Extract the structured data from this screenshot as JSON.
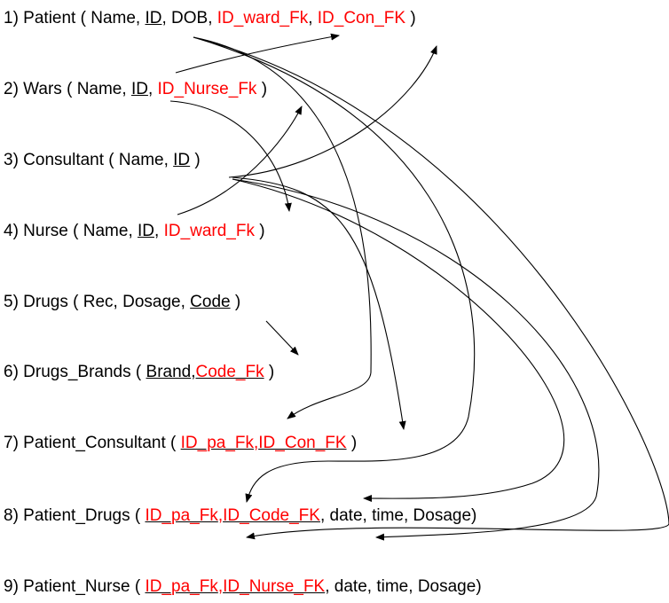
{
  "tables": [
    {
      "num": "1)",
      "name": "Patient",
      "fields": [
        {
          "text": "Name",
          "pk": false,
          "fk": false
        },
        {
          "text": "ID",
          "pk": true,
          "fk": false
        },
        {
          "text": "DOB",
          "pk": false,
          "fk": false
        },
        {
          "text": "ID_ward_Fk",
          "pk": false,
          "fk": true
        },
        {
          "text": "ID_Con_FK",
          "pk": false,
          "fk": true
        }
      ]
    },
    {
      "num": "2)",
      "name": "Wars",
      "fields": [
        {
          "text": "Name",
          "pk": false,
          "fk": false
        },
        {
          "text": "ID",
          "pk": true,
          "fk": false
        },
        {
          "text": "ID_Nurse_Fk",
          "pk": false,
          "fk": true
        }
      ]
    },
    {
      "num": "3)",
      "name": "Consultant",
      "fields": [
        {
          "text": "Name",
          "pk": false,
          "fk": false
        },
        {
          "text": "ID",
          "pk": true,
          "fk": false
        }
      ]
    },
    {
      "num": "4)",
      "name": "Nurse",
      "fields": [
        {
          "text": "Name",
          "pk": false,
          "fk": false
        },
        {
          "text": "ID",
          "pk": true,
          "fk": false
        },
        {
          "text": "ID_ward_Fk",
          "pk": false,
          "fk": true
        }
      ]
    },
    {
      "num": "5)",
      "name": "Drugs",
      "fields": [
        {
          "text": "Rec",
          "pk": false,
          "fk": false
        },
        {
          "text": "Dosage",
          "pk": false,
          "fk": false
        },
        {
          "text": "Code",
          "pk": true,
          "fk": false
        }
      ]
    },
    {
      "num": "6)",
      "name": "Drugs_Brands",
      "fields": [
        {
          "text": "Brand",
          "pk": true,
          "fk": false
        },
        {
          "text": "Code_Fk",
          "pk": true,
          "fk": true
        }
      ]
    },
    {
      "num": "7)",
      "name": "Patient_Consultant",
      "fields": [
        {
          "text": "ID_pa_Fk",
          "pk": true,
          "fk": true
        },
        {
          "text": "ID_Con_FK",
          "pk": true,
          "fk": true
        }
      ]
    },
    {
      "num": "8)",
      "name": "Patient_Drugs",
      "fields": [
        {
          "text": "ID_pa_Fk",
          "pk": true,
          "fk": true
        },
        {
          "text": "ID_Code_FK",
          "pk": true,
          "fk": true
        },
        {
          "text": "date",
          "pk": false,
          "fk": false
        },
        {
          "text": "time",
          "pk": false,
          "fk": false
        },
        {
          "text": "Dosage",
          "pk": false,
          "fk": false
        }
      ]
    },
    {
      "num": "9)",
      "name": "Patient_Nurse",
      "fields": [
        {
          "text": "ID_pa_Fk",
          "pk": true,
          "fk": true
        },
        {
          "text": "ID_Nurse_FK",
          "pk": true,
          "fk": true
        },
        {
          "text": "date",
          "pk": false,
          "fk": false
        },
        {
          "text": "time",
          "pk": false,
          "fk": false
        },
        {
          "text": "Dosage",
          "pk": false,
          "fk": false
        }
      ]
    }
  ],
  "colors": {
    "text": "#000000",
    "foreign_key": "#ff0000",
    "arrow": "#000000"
  }
}
